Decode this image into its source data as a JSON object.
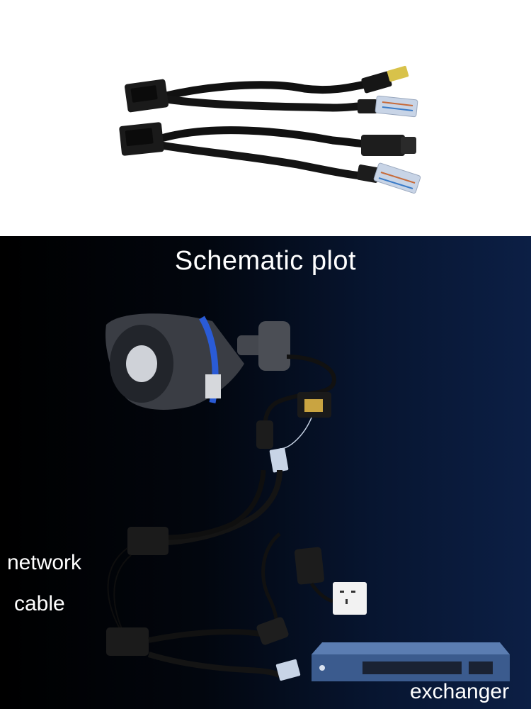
{
  "schematic": {
    "title": "Schematic plot",
    "labels": {
      "network": "network",
      "cable": "cable",
      "exchanger": "exchanger"
    }
  },
  "colors": {
    "panel_background": "#ffffff",
    "schematic_background": "#0a1a3a",
    "text": "#ffffff",
    "camera_ring": "#2a5bd6",
    "rj45_plug": "#c8d4e6",
    "dc_tip": "#d8c24a",
    "switch_body": "#3b5b8e"
  },
  "icons": [
    "camera-icon",
    "poe-splitter-icon",
    "poe-injector-icon",
    "power-adapter-icon",
    "wall-outlet-icon",
    "network-switch-icon"
  ]
}
